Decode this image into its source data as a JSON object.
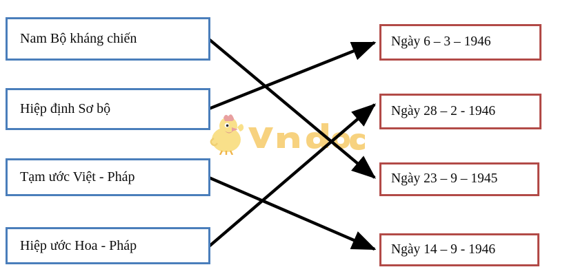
{
  "exercise": {
    "type": "matching-diagram",
    "colors": {
      "left_box_border": "#4a7ebb",
      "right_box_border": "#b24a47",
      "connector": "#000000",
      "watermark": "#f7d27f",
      "background": "#ffffff"
    },
    "left_column": {
      "items": [
        {
          "id": "event-1",
          "label": "Nam Bộ kháng chiến"
        },
        {
          "id": "event-2",
          "label": "Hiệp định Sơ bộ"
        },
        {
          "id": "event-3",
          "label": "Tạm ước Việt - Pháp"
        },
        {
          "id": "event-4",
          "label": "Hiệp ước Hoa - Pháp"
        }
      ]
    },
    "right_column": {
      "items": [
        {
          "id": "date-1",
          "label": "Ngày 6 – 3 – 1946"
        },
        {
          "id": "date-2",
          "label": "Ngày 28 – 2 - 1946"
        },
        {
          "id": "date-3",
          "label": "Ngày 23 – 9 – 1945"
        },
        {
          "id": "date-4",
          "label": "Ngày 14 – 9 - 1946"
        }
      ]
    },
    "connections": [
      {
        "from": "event-1",
        "to": "date-3"
      },
      {
        "from": "event-2",
        "to": "date-1"
      },
      {
        "from": "event-3",
        "to": "date-4"
      },
      {
        "from": "event-4",
        "to": "date-2"
      }
    ],
    "watermark": {
      "text": "vndoc",
      "mascot": "chick-icon"
    }
  }
}
